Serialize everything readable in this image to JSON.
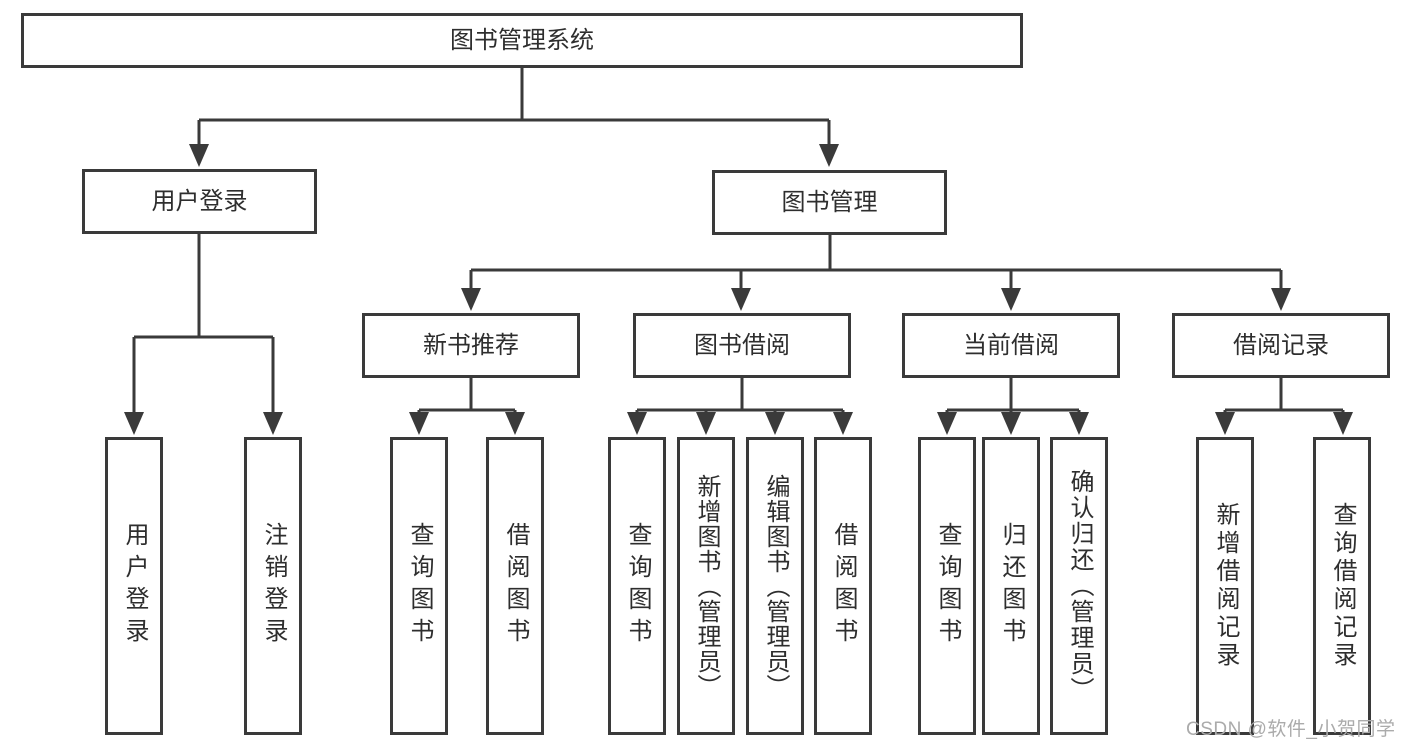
{
  "tree": {
    "label": "图书管理系统",
    "children": [
      {
        "label": "用户登录",
        "children": [
          {
            "label": "用户登录"
          },
          {
            "label": "注销登录"
          }
        ]
      },
      {
        "label": "图书管理",
        "children": [
          {
            "label": "新书推荐",
            "children": [
              {
                "label": "查询图书"
              },
              {
                "label": "借阅图书"
              }
            ]
          },
          {
            "label": "图书借阅",
            "children": [
              {
                "label": "查询图书"
              },
              {
                "label": "新增图书（管理员）"
              },
              {
                "label": "编辑图书（管理员）"
              },
              {
                "label": "借阅图书"
              }
            ]
          },
          {
            "label": "当前借阅",
            "children": [
              {
                "label": "查询图书"
              },
              {
                "label": "归还图书"
              },
              {
                "label": "确认归还（管理员）"
              }
            ]
          },
          {
            "label": "借阅记录",
            "children": [
              {
                "label": "新增借阅记录"
              },
              {
                "label": "查询借阅记录"
              }
            ]
          }
        ]
      }
    ]
  },
  "watermark": {
    "text": "CSDN @软件_小贺同学"
  },
  "colors": {
    "line": "#3a3a3a",
    "border": "#3a3a3a",
    "text": "#2e2e2e",
    "background": "#ffffff",
    "watermark": "#ababab"
  }
}
